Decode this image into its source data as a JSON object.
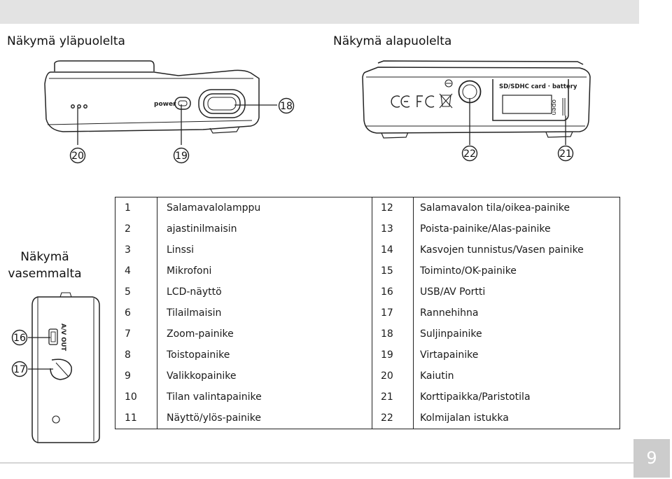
{
  "headings": {
    "top_view": "Näkymä yläpuolelta",
    "bottom_view": "Näkymä alapuolelta",
    "left_view_line1": "Näkymä",
    "left_view_line2": "vasemmalta"
  },
  "device_labels": {
    "power": "power",
    "sd_battery": "SD/SDHC card · battery",
    "open": "open",
    "av_out": "A/V OUT"
  },
  "callouts": {
    "c16": "16",
    "c17": "17",
    "c18": "18",
    "c19": "19",
    "c20": "20",
    "c21": "21",
    "c22": "22"
  },
  "parts_table": [
    {
      "num_left": "1",
      "name_left": "Salamavalolamppu",
      "num_right": "12",
      "name_right": "Salamavalon tila/oikea-painike"
    },
    {
      "num_left": "2",
      "name_left": "ajastinilmaisin",
      "num_right": "13",
      "name_right": "Poista-painike/Alas-painike"
    },
    {
      "num_left": "3",
      "name_left": "Linssi",
      "num_right": "14",
      "name_right": "Kasvojen tunnistus/Vasen painike"
    },
    {
      "num_left": "4",
      "name_left": "Mikrofoni",
      "num_right": "15",
      "name_right": "Toiminto/OK-painike"
    },
    {
      "num_left": "5",
      "name_left": "LCD-näyttö",
      "num_right": "16",
      "name_right": "USB/AV Portti"
    },
    {
      "num_left": "6",
      "name_left": "Tilailmaisin",
      "num_right": "17",
      "name_right": "Rannehihna"
    },
    {
      "num_left": "7",
      "name_left": "Zoom-painike",
      "num_right": "18",
      "name_right": "Suljinpainike"
    },
    {
      "num_left": "8",
      "name_left": "Toistopainike",
      "num_right": "19",
      "name_right": "Virtapainike"
    },
    {
      "num_left": "9",
      "name_left": "Valikkopainike",
      "num_right": "20",
      "name_right": "Kaiutin"
    },
    {
      "num_left": "10",
      "name_left": "Tilan valintapainike",
      "num_right": "21",
      "name_right": "Korttipaikka/Paristotila"
    },
    {
      "num_left": "11",
      "name_left": "Näyttö/ylös-painike",
      "num_right": "22",
      "name_right": "Kolmijalan istukka"
    }
  ],
  "page_number": "9"
}
